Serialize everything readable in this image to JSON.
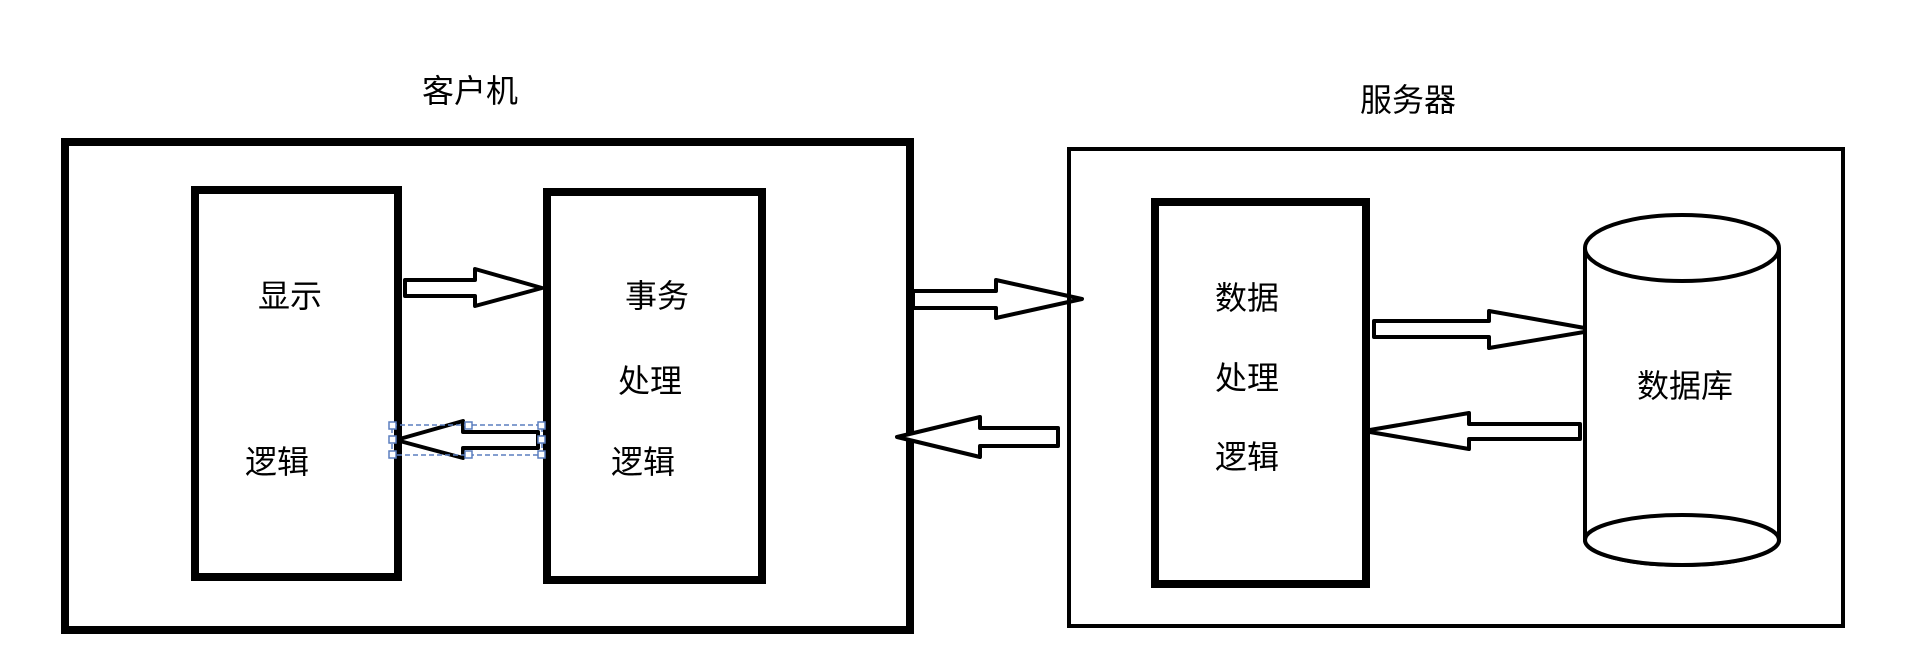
{
  "client": {
    "title": "客户机",
    "display_logic": {
      "line1": "显示",
      "line2": "逻辑"
    },
    "transaction_logic": {
      "line1": "事务",
      "line2": "处理",
      "line3": "逻辑"
    }
  },
  "server": {
    "title": "服务器",
    "data_logic": {
      "line1": "数据",
      "line2": "处理",
      "line3": "逻辑"
    },
    "database": {
      "label": "数据库"
    }
  },
  "colors": {
    "stroke": "#000000",
    "selection": "#5b7fbf"
  }
}
